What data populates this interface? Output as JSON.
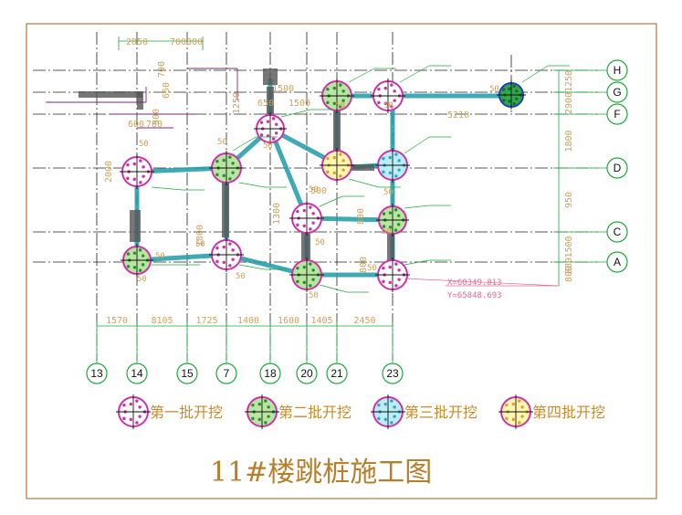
{
  "title": "11#楼跳桩施工图",
  "legend": [
    {
      "label": "第一批开挖",
      "fill": "#ffffff",
      "ring": "#cc33aa",
      "dots": "#cc33aa"
    },
    {
      "label": "第二批开挖",
      "fill": "#b8e6a0",
      "ring": "#cc33aa",
      "dots": "#2e8b3e"
    },
    {
      "label": "第三批开挖",
      "fill": "#b8eef4",
      "ring": "#cc33aa",
      "dots": "#3a9fd0"
    },
    {
      "label": "第四批开挖",
      "fill": "#fff6b0",
      "ring": "#cc33aa",
      "dots": "#d9a330"
    }
  ],
  "axes": {
    "vertical": [
      "13",
      "14",
      "15",
      "7",
      "18",
      "20",
      "21",
      "23"
    ],
    "horizontal": [
      "H",
      "G",
      "F",
      "D",
      "C",
      "A"
    ]
  },
  "bottom_dims": [
    "1570",
    "8105",
    "1725",
    "1400",
    "1600",
    "1405",
    "2450"
  ],
  "right_dims": [
    "1250",
    "2900",
    "1800",
    "950",
    "1500",
    "800"
  ],
  "top_dims": [
    "2050",
    "700",
    "800"
  ],
  "misc_dims": [
    "5210",
    "1500",
    "650",
    "1250",
    "1500",
    "1300",
    "600",
    "700",
    "700",
    "650",
    "2000",
    "500",
    "800",
    "1800",
    "500",
    "800",
    "880"
  ],
  "pile_labels": [
    "50",
    "50",
    "50",
    "50",
    "50",
    "50",
    "50",
    "50",
    "50",
    "50",
    "50",
    "50",
    "50",
    "50",
    "50",
    "50"
  ],
  "coordinates": {
    "x": "X=60349.813",
    "y": "Y=65848.693"
  },
  "colors": {
    "frame": "#b07a3a",
    "grid": "#222222",
    "axis_circle": "#1fa83a",
    "dim": "#cfa25a",
    "beam": "#1e9ba8",
    "wall": "#555555",
    "purple": "#7a2b7a"
  }
}
